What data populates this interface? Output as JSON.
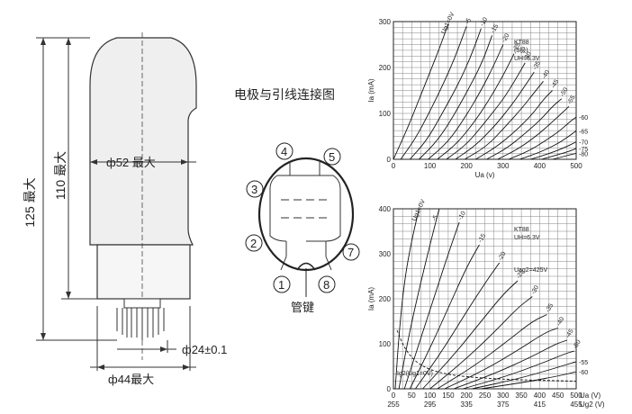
{
  "tube": {
    "dim_total": "125 最大",
    "dim_glass": "110 最大",
    "dim_diameter": "ф52 最大",
    "dim_pin": "ф24±0.1",
    "dim_base": "ф44最大"
  },
  "pinout": {
    "title": "电极与引线连接图",
    "key_label": "管键",
    "pins": [
      "1",
      "2",
      "3",
      "4",
      "5",
      "7",
      "8"
    ]
  },
  "chart_data": [
    {
      "type": "line",
      "title": "",
      "xlabel": "Ua (v)",
      "ylabel": "Ia (mA)",
      "xlim": [
        0,
        500
      ],
      "ylim": [
        0,
        300
      ],
      "xticks": [
        "0",
        "100",
        "200",
        "300",
        "400",
        "500"
      ],
      "yticks": [
        "0",
        "100",
        "200",
        "300"
      ],
      "grid": true,
      "legend": "top-right",
      "annotations": [
        "KT88",
        "(3极)",
        "UH=6.3V"
      ],
      "series": [
        {
          "name": "Ug1=0V",
          "x": [
            0,
            40,
            70,
            100,
            125,
            150
          ],
          "y": [
            0,
            70,
            130,
            190,
            240,
            295
          ]
        },
        {
          "name": "-5",
          "x": [
            20,
            60,
            100,
            140,
            170,
            200
          ],
          "y": [
            0,
            45,
            105,
            170,
            225,
            290
          ]
        },
        {
          "name": "-10",
          "x": [
            45,
            90,
            130,
            175,
            210,
            240
          ],
          "y": [
            0,
            40,
            95,
            160,
            220,
            285
          ]
        },
        {
          "name": "-15",
          "x": [
            70,
            120,
            165,
            210,
            245,
            270
          ],
          "y": [
            0,
            40,
            95,
            160,
            215,
            270
          ]
        },
        {
          "name": "-20",
          "x": [
            95,
            150,
            195,
            240,
            275,
            300
          ],
          "y": [
            0,
            38,
            90,
            150,
            205,
            250
          ]
        },
        {
          "name": "-25",
          "x": [
            120,
            175,
            225,
            270,
            305,
            330
          ],
          "y": [
            0,
            35,
            85,
            140,
            190,
            230
          ]
        },
        {
          "name": "-30",
          "x": [
            145,
            200,
            250,
            300,
            335,
            360
          ],
          "y": [
            0,
            32,
            80,
            130,
            175,
            210
          ]
        },
        {
          "name": "-35",
          "x": [
            170,
            225,
            280,
            325,
            360,
            385
          ],
          "y": [
            0,
            30,
            75,
            120,
            160,
            190
          ]
        },
        {
          "name": "-40",
          "x": [
            195,
            255,
            305,
            350,
            385,
            410
          ],
          "y": [
            0,
            28,
            70,
            110,
            145,
            170
          ]
        },
        {
          "name": "-45",
          "x": [
            225,
            280,
            335,
            380,
            410,
            435
          ],
          "y": [
            0,
            26,
            62,
            98,
            130,
            150
          ]
        },
        {
          "name": "-50",
          "x": [
            255,
            310,
            360,
            405,
            435,
            460
          ],
          "y": [
            0,
            24,
            56,
            88,
            115,
            132
          ]
        },
        {
          "name": "-55",
          "x": [
            285,
            340,
            390,
            430,
            460,
            480
          ],
          "y": [
            0,
            22,
            50,
            78,
            100,
            115
          ]
        },
        {
          "name": "-60",
          "x": [
            315,
            370,
            415,
            455,
            480,
            500
          ],
          "y": [
            0,
            18,
            40,
            62,
            80,
            92
          ]
        },
        {
          "name": "-65",
          "x": [
            345,
            400,
            445,
            480,
            500
          ],
          "y": [
            0,
            15,
            32,
            50,
            62
          ]
        },
        {
          "name": "-70",
          "x": [
            375,
            425,
            470,
            500
          ],
          "y": [
            0,
            12,
            26,
            38
          ]
        },
        {
          "name": "-75",
          "x": [
            405,
            450,
            490,
            500
          ],
          "y": [
            0,
            10,
            20,
            24
          ]
        },
        {
          "name": "-80",
          "x": [
            435,
            475,
            500
          ],
          "y": [
            0,
            8,
            13
          ]
        }
      ]
    },
    {
      "type": "line",
      "title": "",
      "xlabel": "Ua (V)",
      "x2label": "Ug2 (V)",
      "ylabel": "Ia (mA)",
      "xlim": [
        0,
        500
      ],
      "ylim": [
        0,
        400
      ],
      "xticks": [
        "0",
        "50",
        "100",
        "150",
        "200",
        "250",
        "300",
        "350",
        "400",
        "450",
        "500"
      ],
      "x2ticks": [
        "255",
        "295",
        "335",
        "375",
        "415",
        "455"
      ],
      "yticks": [
        "0",
        "100",
        "200",
        "300",
        "400"
      ],
      "grid": true,
      "legend": "top-right",
      "annotations": [
        "KT88",
        "UH=6.3V",
        "Uag2=425V",
        "Ig2(Ug1=0V)"
      ],
      "series": [
        {
          "name": "Ug1=0V",
          "x": [
            5,
            15,
            30,
            50,
            70
          ],
          "y": [
            0,
            120,
            240,
            330,
            400
          ]
        },
        {
          "name": "-5",
          "x": [
            15,
            40,
            70,
            100,
            125
          ],
          "y": [
            0,
            110,
            220,
            320,
            400
          ]
        },
        {
          "name": "-10",
          "x": [
            30,
            70,
            110,
            150,
            180
          ],
          "y": [
            0,
            100,
            200,
            300,
            370
          ]
        },
        {
          "name": "-15",
          "x": [
            45,
            100,
            150,
            200,
            235
          ],
          "y": [
            0,
            90,
            180,
            270,
            320
          ]
        },
        {
          "name": "-20",
          "x": [
            60,
            130,
            195,
            255,
            290
          ],
          "y": [
            0,
            80,
            165,
            240,
            280
          ]
        },
        {
          "name": "-25",
          "x": [
            80,
            160,
            235,
            300,
            340
          ],
          "y": [
            0,
            70,
            145,
            210,
            240
          ]
        },
        {
          "name": "-30",
          "x": [
            100,
            190,
            275,
            340,
            380
          ],
          "y": [
            0,
            60,
            125,
            180,
            205
          ]
        },
        {
          "name": "-35",
          "x": [
            120,
            220,
            310,
            380,
            420
          ],
          "y": [
            0,
            50,
            105,
            150,
            165
          ]
        },
        {
          "name": "-40",
          "x": [
            140,
            250,
            345,
            415,
            450
          ],
          "y": [
            0,
            42,
            88,
            125,
            135
          ]
        },
        {
          "name": "-45",
          "x": [
            165,
            280,
            380,
            445,
            475
          ],
          "y": [
            0,
            35,
            72,
            100,
            108
          ]
        },
        {
          "name": "-50",
          "x": [
            190,
            310,
            410,
            470,
            495
          ],
          "y": [
            0,
            28,
            58,
            78,
            84
          ]
        },
        {
          "name": "-55",
          "x": [
            215,
            340,
            435,
            490,
            500
          ],
          "y": [
            0,
            22,
            44,
            58,
            60
          ]
        },
        {
          "name": "-60",
          "x": [
            240,
            370,
            460,
            500
          ],
          "y": [
            0,
            16,
            30,
            38
          ]
        },
        {
          "name": "Ig2(Ug1=0V)",
          "x": [
            10,
            30,
            60,
            100,
            160,
            240,
            340,
            450,
            500
          ],
          "y": [
            130,
            90,
            60,
            42,
            30,
            24,
            20,
            18,
            17
          ]
        }
      ]
    }
  ]
}
